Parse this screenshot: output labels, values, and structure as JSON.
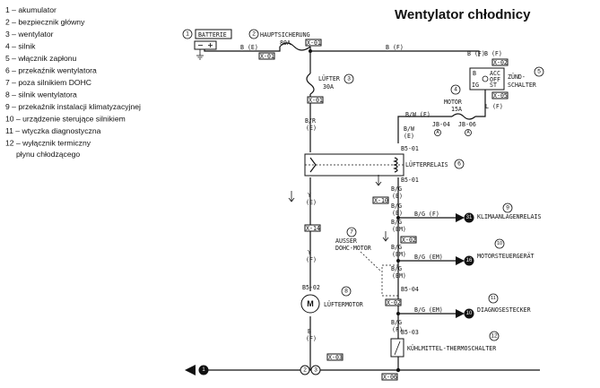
{
  "title": "Wentylator chłodnicy",
  "legend": [
    {
      "num": "1",
      "sep": " – ",
      "text": "akumulator"
    },
    {
      "num": "2",
      "sep": " – ",
      "text": "bezpiecznik główny"
    },
    {
      "num": "3",
      "sep": " – ",
      "text": "wentylator"
    },
    {
      "num": "4",
      "sep": " – ",
      "text": "silnik"
    },
    {
      "num": "5",
      "sep": " – ",
      "text": "włącznik zapłonu"
    },
    {
      "num": "6",
      "sep": " – ",
      "text": "przekaźnik wentylatora"
    },
    {
      "num": "7",
      "sep": " – ",
      "text": "poza silnikiem DOHC"
    },
    {
      "num": "8",
      "sep": " – ",
      "text": "silnik wentylatora"
    },
    {
      "num": "9",
      "sep": " – ",
      "text": "przekaźnik instalacji klimatyzacyjnej"
    },
    {
      "num": "10",
      "sep": " – ",
      "text": "urządzenie sterujące silnikiem"
    },
    {
      "num": "11",
      "sep": " – ",
      "text": "wtyczka diagnostyczna"
    },
    {
      "num": "12",
      "sep": " – ",
      "text": "wyłącznik termiczny"
    },
    {
      "num": "",
      "sep": "",
      "text": "płynu chłodzącego"
    }
  ],
  "diagram": {
    "callouts": [
      "1",
      "2",
      "3",
      "4",
      "5",
      "6",
      "7",
      "8",
      "9",
      "10",
      "11",
      "12"
    ],
    "labels": {
      "battery": "BATTERIE",
      "hauptsicherung": "HAUPTSICHERUNG",
      "hauptsicherung_rating": "80A",
      "lufter": "LÜFTER",
      "lufter_rating": "30A",
      "motor": "MOTOR",
      "motor_rating": "15A",
      "zund": "ZÜND-",
      "schalter": "SCHALTER",
      "lufterrelais": "LÜFTERRELAIS",
      "ausser": "AUSSER",
      "dohc_motor": "DOHC-MOTOR",
      "luftermotor": "LÜFTERMOTOR",
      "klimaanlagen": "KLIMAANLAGENRELAIS",
      "motorsteuergerat": "MOTORSTEUERGERÄT",
      "diagnosestecker": "DIAGNOSESTECKER",
      "kuhlmittel": "KÜHLMITTEL-THERMOSCHALTER",
      "m": "M"
    },
    "wire_labels": {
      "b_e": "B (E)",
      "b_f": "B (F)",
      "b_f2": "B (F)",
      "b_f3": "B (F)",
      "br_top": "B/R",
      "br_top_e": "(E)",
      "bw_f": "B/W (F)",
      "bw": "B/W",
      "bw_e": "(E)",
      "l_f": "L (F)",
      "bg_top": "B/G",
      "bg_top_e": "(E)",
      "y_e": "Y",
      "y_e2": "(E)",
      "y_f": "Y",
      "y_f2": "(F)",
      "bg_f": "B/G (F)",
      "bg_em1": "B/G (EM)",
      "bg_em2": "B/G (EM)",
      "bg_a": "B/G",
      "bg_a2": "(E)",
      "bg_b": "B/G",
      "bg_b2": "(EM)",
      "bg_c": "B/G",
      "bg_c2": "(EM)",
      "bg_d": "B/G",
      "bg_d2": "(EM)",
      "b_bottom": "B",
      "b_bottom2": "(F)",
      "bg_bot": "B/G",
      "bg_bot2": "(F)"
    },
    "connectors": {
      "x01_a": "X-01",
      "x01_b": "X-01",
      "x01_c": "X-01",
      "x02_a": "X-02",
      "x02_b": "X-02",
      "x02_c": "X-02",
      "x03": "X-03",
      "x05": "X-05",
      "x06": "X-06",
      "x10": "X-10",
      "x14": "X-14",
      "b5_01a": "B5-01",
      "b5_01b": "B5-01",
      "b5_02": "B5-02",
      "b5_03": "B5-03",
      "b5_04": "B5-04",
      "jb04": "JB-04",
      "jb06": "JB-06",
      "jb_a": "A"
    },
    "pins": {
      "p31": "31",
      "p16": "16",
      "p10": "10",
      "p1": "1"
    },
    "switch_marks": {
      "b": "B",
      "acc": "ACC",
      "off": "OFF",
      "ig": "IG",
      "st": "ST"
    }
  }
}
